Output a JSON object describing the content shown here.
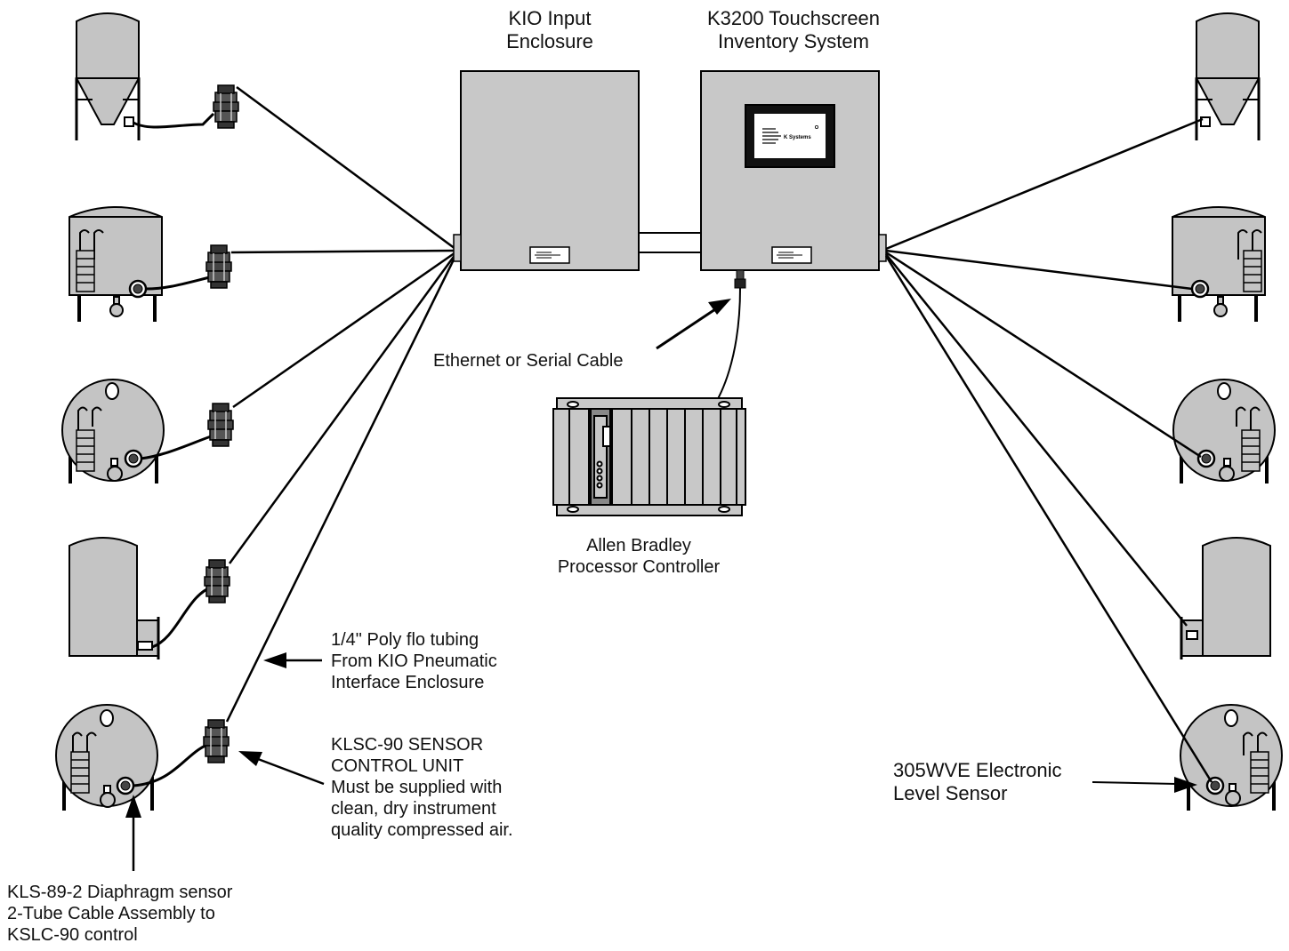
{
  "labels": {
    "kio": [
      "KIO Input",
      "Enclosure"
    ],
    "k3200": [
      "K3200  Touchscreen",
      "Inventory  System"
    ],
    "screen_brand": "K Systems",
    "ethernet": "Ethernet or Serial Cable",
    "ab": [
      "Allen Bradley",
      "Processor Controller"
    ],
    "tubing": [
      "1/4\" Poly flo tubing",
      "From KIO Pneumatic",
      "Interface Enclosure"
    ],
    "klsc": [
      "KLSC-90 SENSOR",
      "CONTROL UNIT",
      "Must be supplied with",
      "clean, dry instrument",
      "quality compressed air."
    ],
    "kls": [
      "KLS-89-2 Diaphragm sensor",
      "2-Tube Cable Assembly to",
      "KSLC-90 control"
    ],
    "wve": [
      "305WVE Electronic",
      "Level Sensor"
    ]
  },
  "colors": {
    "tank_fill": "#c4c4c4",
    "enclosure_fill": "#c8c8c8",
    "line": "#000000"
  }
}
